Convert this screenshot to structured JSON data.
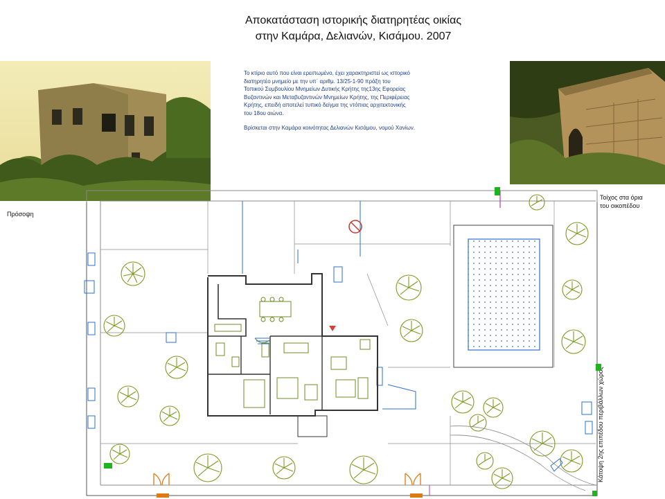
{
  "title": {
    "line1": "Αποκατάσταση ιστορικής διατηρητέας οικίας",
    "line2": "στην Καμάρα, Δελιανών, Κισάμου.    2007"
  },
  "description": {
    "paragraph1": "Το κτίριο αυτό που είναι ερειπωμένο, έχει χαρακτηριστεί ως ιστορικό\n διατηρητέο μνημείο  με την υπ΄ αριθμ. 13/25-1-90 πράξη του\nΤοπικού Συμβουλίου Μνημείων Δυτικής Κρήτης της13ης Εφορείας\n Βυζαντινών και Μεταβυζαντινών Μνημείων Κρήτης, της Περιφέρειας\n Κρήτης, επειδή αποτελεί τυπικό δείγμα της ντόπιας αρχιτεκτονικής\nτου 18ου αιώνα.",
    "paragraph2": "Βρίσκεται στην Καμάρα κοινότητας Δελιανών Κισάμου, νομού Χανίων."
  },
  "captions": {
    "facade": "Πρόσοψη",
    "wall": "Τοίχος στα όρια\nτου οικοπέδου",
    "vertical": "Κάτοψη 2ης επιπέδου περιβάλλων χώρος"
  },
  "colors": {
    "tree": "#7a9a1e",
    "wall": "#333333",
    "pipe": "#2a6fd6",
    "pool": "#2a6fd6",
    "accent": "#c0392b",
    "magenta": "#b43cb4",
    "green_marker": "#1db41d"
  }
}
